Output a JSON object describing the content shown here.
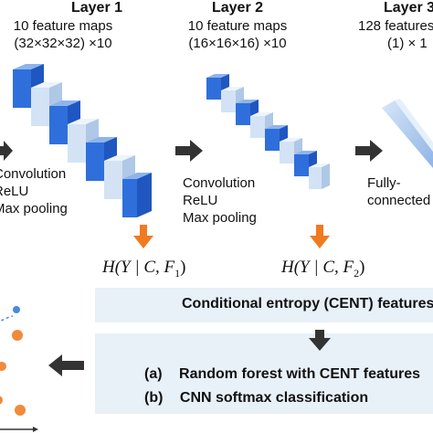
{
  "layers": [
    {
      "title": "Layer 1",
      "line1": "10 feature maps",
      "line2": "(32×32×32) ×10"
    },
    {
      "title": "Layer 2",
      "line1": "10 feature maps",
      "line2": "(16×16×16) ×10"
    },
    {
      "title": "Layer 3",
      "line1": "128 features",
      "line2": "(1) × 1"
    }
  ],
  "ops": {
    "layer1": [
      "Convolution",
      "ReLU",
      "Max pooling"
    ],
    "layer2": [
      "Convolution",
      "ReLU",
      "Max pooling"
    ],
    "layer3": [
      "Fully-",
      "connected"
    ]
  },
  "entropy": {
    "h1": {
      "pre": "H",
      "mid": "(Y | C, F",
      "sub": "1",
      "post": ")"
    },
    "h2": {
      "pre": "H",
      "mid": "(Y | C, F",
      "sub": "2",
      "post": ")"
    }
  },
  "cent_panel": {
    "title": "Conditional entropy (CENT) features"
  },
  "classification_panel": {
    "rows": [
      {
        "marker": "(a)",
        "text": "Random forest with CENT features"
      },
      {
        "marker": "(b)",
        "text": "CNN softmax classification"
      }
    ]
  },
  "colors": {
    "cube_blue": "#2f6fdc",
    "cube_light": "#cfe0f4",
    "arrow_dark": "#333333",
    "arrow_orange": "#f07a20",
    "panel_bg": "#e8f0f8",
    "scatter_orange": "#f08a3c",
    "scatter_blue": "#4a8ad8"
  }
}
